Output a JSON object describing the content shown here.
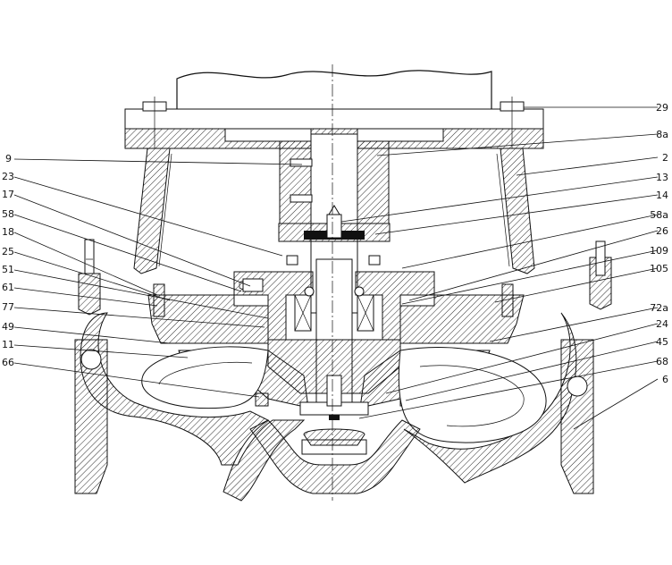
{
  "labels_left": [
    "9",
    "23",
    "17",
    "58",
    "18",
    "25",
    "51",
    "61",
    "77",
    "49",
    "11",
    "66"
  ],
  "labels_right": [
    "29",
    "8a",
    "2",
    "13",
    "14",
    "58a",
    "26",
    "109",
    "105",
    "72a",
    "24",
    "45",
    "68",
    "6"
  ]
}
